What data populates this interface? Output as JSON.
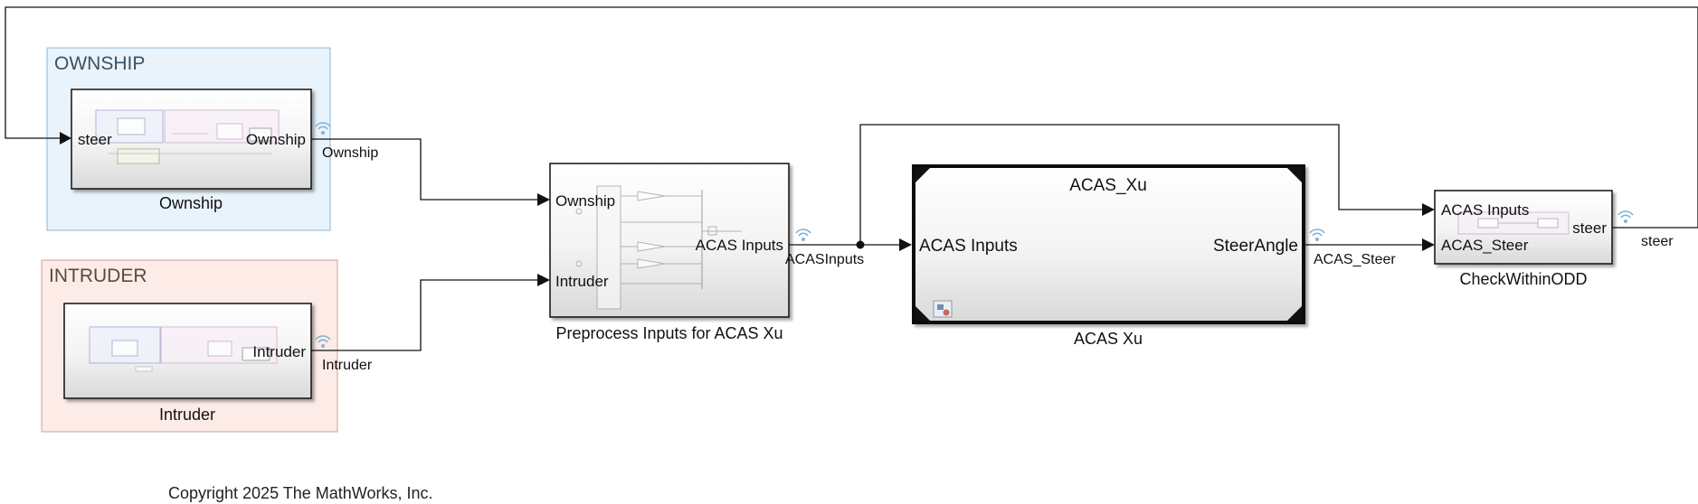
{
  "areas": {
    "ownship": {
      "title": "OWNSHIP",
      "fill": "#e8f3fc",
      "stroke": "#8fb6d6",
      "title_color": "#3d4f63"
    },
    "intruder": {
      "title": "INTRUDER",
      "fill": "#fcebe6",
      "stroke": "#c9a49a",
      "title_color": "#5a4a45"
    }
  },
  "blocks": {
    "ownship": {
      "name": "Ownship",
      "in_port": "steer",
      "out_port": "Ownship"
    },
    "intruder": {
      "name": "Intruder",
      "out_port": "Intruder"
    },
    "preprocess": {
      "name": "Preprocess Inputs for ACAS Xu",
      "in_port_1": "Ownship",
      "in_port_2": "Intruder",
      "out_port": "ACAS Inputs"
    },
    "acas_xu": {
      "name": "ACAS Xu",
      "title": "ACAS_Xu",
      "in_port": "ACAS Inputs",
      "out_port": "SteerAngle"
    },
    "check": {
      "name": "CheckWithinODD",
      "in_port_1": "ACAS Inputs",
      "in_port_2": "ACAS_Steer",
      "out_port": "steer"
    }
  },
  "signals": {
    "ownship": "Ownship",
    "intruder": "Intruder",
    "acas_inputs": "ACASInputs",
    "acas_steer": "ACAS_Steer",
    "steer": "steer"
  },
  "colors": {
    "line": "#111111",
    "logging_icon": "#7fb2d9"
  },
  "copyright": "Copyright 2025 The MathWorks, Inc."
}
